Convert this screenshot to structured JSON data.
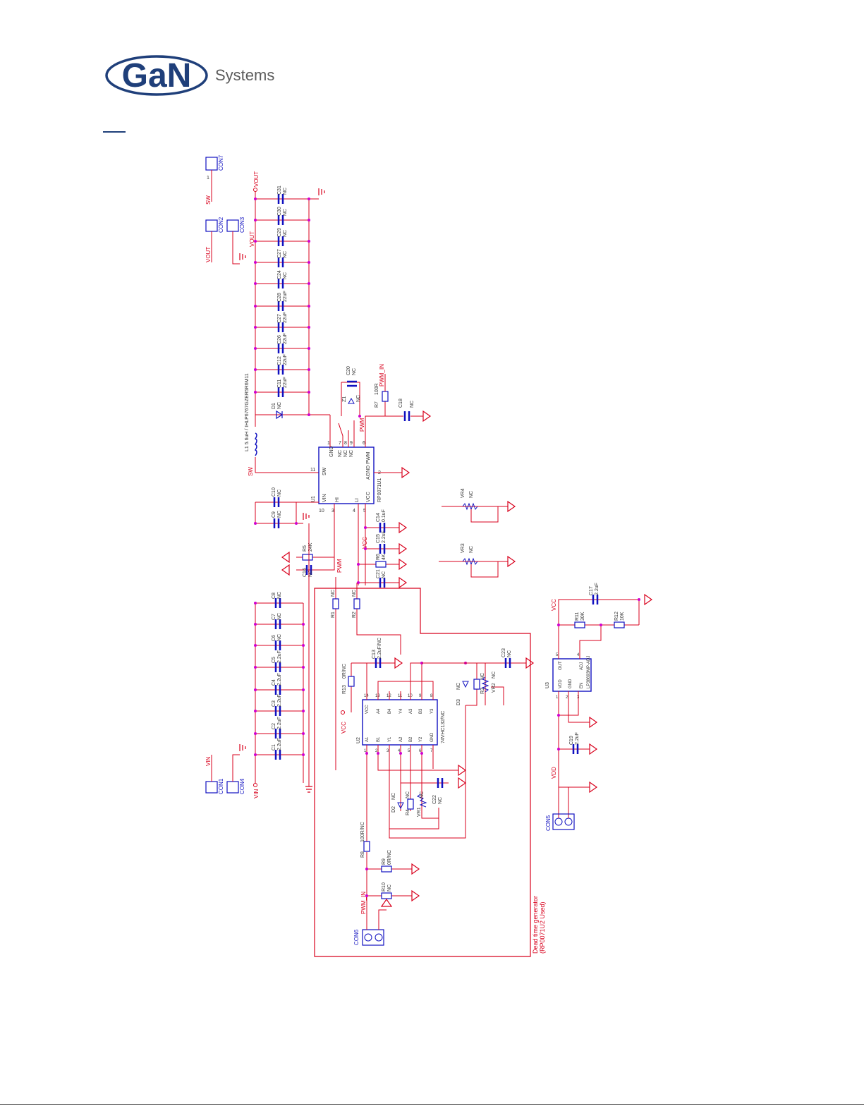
{
  "brand": {
    "logo_letters": "GaN",
    "company_word": "Systems",
    "colors": {
      "logo_blue": "#1f3f7a",
      "wire_red": "#d8001c",
      "part_blue": "#1010c0",
      "pin_magenta": "#d000d0"
    }
  },
  "schematic": {
    "nets": {
      "vout": "VOUT",
      "sw": "SW",
      "vin": "VIN",
      "vcc": "VCC",
      "vdd": "VDD",
      "pwm": "PWM",
      "pwm_in": "PWM_IN"
    },
    "connectors": {
      "con7": "CON7",
      "con2": "CON2",
      "con3": "CON3",
      "con1": "CON1",
      "con4": "CON4",
      "con5": "CON5",
      "con6": "CON6",
      "pin": "1"
    },
    "output_caps": [
      {
        "ref": "C31",
        "val": "NC"
      },
      {
        "ref": "C30",
        "val": "NC"
      },
      {
        "ref": "C29",
        "val": "NC"
      },
      {
        "ref": "C27",
        "val": "NC"
      },
      {
        "ref": "C24",
        "val": "NC"
      },
      {
        "ref": "C28",
        "val": "22uF"
      },
      {
        "ref": "C27",
        "val": "22uF"
      },
      {
        "ref": "C26",
        "val": "22uF"
      },
      {
        "ref": "C12",
        "val": "22uF"
      },
      {
        "ref": "C11",
        "val": "22uF"
      }
    ],
    "input_caps": [
      {
        "ref": "C8",
        "val": "NC"
      },
      {
        "ref": "C7",
        "val": "NC"
      },
      {
        "ref": "C6",
        "val": "NC"
      },
      {
        "ref": "C5",
        "val": "2.2uF"
      },
      {
        "ref": "C4",
        "val": "2.2uF"
      },
      {
        "ref": "C3",
        "val": "2.2uF"
      },
      {
        "ref": "C2",
        "val": "2.2uF"
      },
      {
        "ref": "C1",
        "val": "2.2uF"
      }
    ],
    "inductor": "L1   5.6uH / IHLP6767GZER5R6M11",
    "u1": {
      "ref": "U1",
      "part": "RP0071U1",
      "pins": {
        "vin": "VIN",
        "sw": "SW",
        "gnd": "GND",
        "nc": "NC",
        "hi": "HI",
        "li": "LI",
        "vcc": "VCC",
        "agnd_pwm": "AGND PWM"
      },
      "pin_numbers": {
        "p10": "10",
        "p11": "11",
        "p1": "1",
        "p7": "7",
        "p8": "8",
        "p9": "9",
        "p3": "3",
        "p4": "4",
        "p5": "5",
        "p6": "6",
        "p2": "2"
      }
    },
    "parts": {
      "d1": "D1",
      "z1": "Z1",
      "c20": "C20",
      "r7": "R7",
      "r7_val": "100R",
      "c18": "C18",
      "c10": "C10",
      "c9": "C9",
      "c14": "C14",
      "c14_val": "0.1uF",
      "c15": "C15",
      "c15_val": "2.2uF",
      "r5": "R5",
      "r5_val": "24K",
      "c16": "C16",
      "r6": "R6",
      "r6_val": "4K",
      "c21": "C21",
      "r1": "R1",
      "r2": "R2",
      "r13": "R13",
      "r13_val": "0R/NC",
      "c13": "C13",
      "c13_val": "2.2uF/NC",
      "c23": "C23",
      "d3": "D3",
      "r3": "R3",
      "vr2": "VR2",
      "vr3": "VR3",
      "vr4": "VR4",
      "d2": "D2",
      "r4": "R4",
      "vr1": "VR1",
      "c22": "C22",
      "r8": "R8",
      "r8_val": "100R/NC",
      "r9": "R9",
      "r9_val": "0R/NC",
      "r10": "R10",
      "r11": "R11",
      "r11_val": "30K",
      "r12": "R12",
      "r12_val": "10K",
      "c17": "C17",
      "c17_val": "2.2uF",
      "c19": "C19",
      "c19_val": "2.2uF",
      "nc": "NC"
    },
    "u2": {
      "ref": "U2",
      "part": "74VHC132/NC",
      "top_pins": [
        "VCC",
        "A4",
        "B4",
        "Y4",
        "A3",
        "B3",
        "Y3"
      ],
      "top_nums": [
        "14",
        "13",
        "12",
        "11",
        "10",
        "9",
        "8"
      ],
      "bottom_pins": [
        "A1",
        "B1",
        "Y1",
        "A2",
        "B2",
        "Y2",
        "GND"
      ],
      "bottom_nums": [
        "1",
        "2",
        "3",
        "4",
        "5",
        "6",
        "7"
      ]
    },
    "u3": {
      "ref": "U3",
      "part": "LP38693MP-ADJ",
      "pins": [
        "OUT",
        "ADJ",
        "VDD",
        "GND",
        "EN"
      ],
      "nums": [
        "5",
        "4",
        "1",
        "2",
        "3"
      ]
    },
    "deadtime": {
      "line1": "Dead time generator",
      "line2": "(RP0071U2 Used)"
    }
  }
}
